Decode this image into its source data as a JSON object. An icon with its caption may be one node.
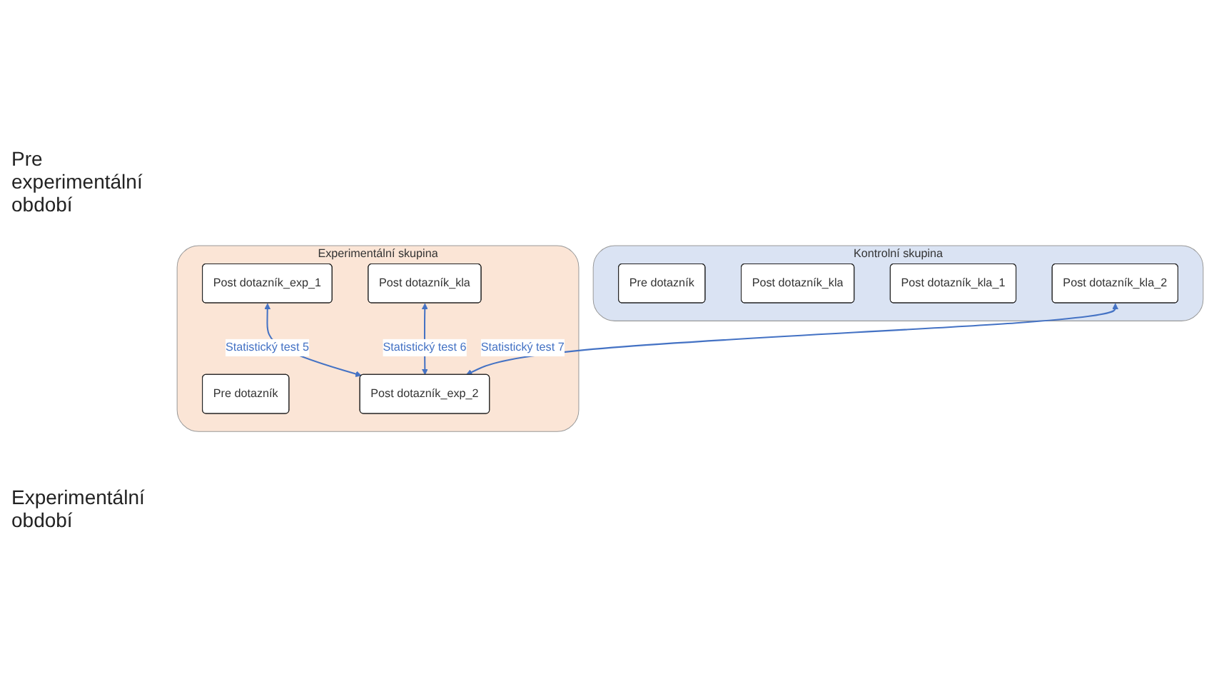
{
  "diagram": {
    "nodes": [
      {
        "text": [
          "Kontrolní skupina"
        ]
      },
      {
        "text": [
          "Pre dotazník"
        ],
        "in": 0
      },
      {
        "text": [
          "Post dotazník_kla"
        ],
        "in": 0
      },
      {
        "text": [
          "Post dotazník_kla_1"
        ],
        "in": 0
      },
      {
        "text": [
          "Post dotazník_kla_2"
        ],
        "in": 0
      },
      {
        "text": [
          "Experimentální skupina"
        ]
      },
      {
        "text": [
          "Pre dotazník"
        ],
        "in": 5
      },
      {
        "text": [
          "Post dotazník_kla"
        ],
        "in": 5
      },
      {
        "text": [
          "Post dotazník_exp_1"
        ],
        "in": 5
      },
      {
        "text": [
          "Post dotazník_exp_2"
        ],
        "in": 5
      }
    ],
    "edges": [
      {
        "from": 8,
        "to": 9,
        "arrow": "both",
        "label": "Statistický test 5",
        "color": "#4472c4"
      },
      {
        "from": 7,
        "to": 9,
        "arrow": "both",
        "label": "Statistický test 6",
        "color": "#4472c4"
      },
      {
        "from": 4,
        "to": 9,
        "arrow": "both",
        "label": "Statistický test 7",
        "color": "#4472c4"
      }
    ],
    "labels": [
      "Pre experimentální období",
      "Experimentální období"
    ]
  }
}
